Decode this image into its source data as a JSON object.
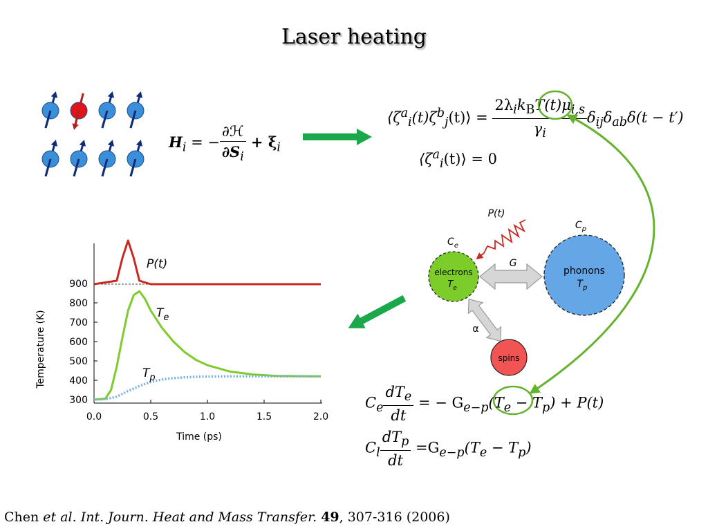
{
  "title": "Laser heating",
  "spin_lattice": {
    "rows": [
      [
        "up",
        "flipped",
        "up",
        "up"
      ],
      [
        "up",
        "up",
        "up",
        "up"
      ]
    ],
    "colors": {
      "normal": "#3b8fd9",
      "flipped": "#e0151b",
      "arrow": "#0d2c7a",
      "flipped_arrow": "#b02020"
    }
  },
  "llg_equation": {
    "lhs": "H",
    "subscript": "i",
    "equals": " = −",
    "numerator": "∂ℋ",
    "denominator_var": "∂S",
    "denominator_sub": "i",
    "plus": " + ξ",
    "xi_sub": "i"
  },
  "correlation": {
    "lhs": "⟨ζ",
    "lhs_sup_a": "a",
    "lhs_sub_i": "i",
    "lhs_mid": "(t)ζ",
    "lhs_sup_b": "b",
    "lhs_sub_j": "j",
    "lhs_end": "(t)⟩ =",
    "numerator": "2λ",
    "numerator_sub_i": "i",
    "numerator_k": "k",
    "numerator_kb_sub": "B",
    "numerator_T": "T(t)",
    "numerator_mu": "μ",
    "numerator_mu_sub": "i,s",
    "denominator": "γ",
    "denominator_sub": "i",
    "tail": "δ",
    "tail_sub_ij": "ij",
    "tail_delta2": "δ",
    "tail_sub_ab": "ab",
    "tail_end": "δ(t − t′)"
  },
  "mean_zero": {
    "lhs": "⟨ζ",
    "sup": "a",
    "sub": "i",
    "rhs": "(t)⟩ = 0"
  },
  "two_temp": {
    "eq1": {
      "lhs_C": "C",
      "lhs_C_sub": "e",
      "num": "dT",
      "num_sub": "e",
      "den": "dt",
      "mid": "= − G",
      "G_sub": "e−p",
      "paren": "(T",
      "Te_sub": "e",
      "minus": " − T",
      "Tp_sub": "p",
      "end": ") + P(t)"
    },
    "eq2": {
      "lhs_C": "C",
      "lhs_C_sub": "l",
      "num": "dT",
      "num_sub": "p",
      "den": "dt",
      "mid": "=G",
      "G_sub": "e−p",
      "paren": "(T",
      "Te_sub": "e",
      "minus": " − T",
      "Tp_sub": "p",
      "end": ")"
    }
  },
  "reservoirs": {
    "electrons": {
      "label": "electrons",
      "temp_T": "T",
      "temp_sub": "e",
      "capacity": "C",
      "capacity_sub": "e",
      "color": "#7ccc2a"
    },
    "phonons": {
      "label": "phonons",
      "temp_T": "T",
      "temp_sub": "p",
      "capacity": "C",
      "capacity_sub": "p",
      "color": "#64a6e6"
    },
    "spins": {
      "label": "spins",
      "color": "#f25454"
    },
    "coupling_ep": "G",
    "coupling_es": "α",
    "laser_label": "P(t)"
  },
  "citation": {
    "author": "Chen ",
    "etal": "et al. Int. Journ. Heat and Mass Transfer. ",
    "volume": "49",
    "pages": ", 307-316 (2006)"
  },
  "chart_data": {
    "type": "line",
    "xlabel": "Time (ps)",
    "ylabel": "Temperature (K)",
    "xlim": [
      0,
      2.0
    ],
    "ylim": [
      300,
      900
    ],
    "xticks": [
      "0.0",
      "0.5",
      "1.0",
      "1.5",
      "2.0"
    ],
    "yticks": [
      "300",
      "400",
      "500",
      "600",
      "700",
      "800",
      "900"
    ],
    "grid": false,
    "series": [
      {
        "name": "P(t)",
        "label": "P",
        "label_suffix": "(t)",
        "color": "#c8281e",
        "style": "solid",
        "x": [
          0.0,
          0.2,
          0.25,
          0.3,
          0.35,
          0.4,
          0.5,
          2.0
        ],
        "y": [
          0,
          0.08,
          0.6,
          1.0,
          0.6,
          0.08,
          0,
          0
        ]
      },
      {
        "name": "T_e",
        "label": "T",
        "label_sub": "e",
        "color": "#7dcc2b",
        "style": "solid",
        "x": [
          0.0,
          0.1,
          0.15,
          0.2,
          0.25,
          0.3,
          0.35,
          0.4,
          0.45,
          0.5,
          0.6,
          0.7,
          0.8,
          0.9,
          1.0,
          1.2,
          1.4,
          1.6,
          2.0
        ],
        "y": [
          300,
          305,
          350,
          470,
          620,
          760,
          840,
          860,
          820,
          760,
          670,
          600,
          545,
          505,
          478,
          445,
          430,
          423,
          420
        ]
      },
      {
        "name": "T_p",
        "label": "T",
        "label_sub": "p",
        "color": "#74aee4",
        "style": "dotted",
        "x": [
          0.0,
          0.1,
          0.2,
          0.3,
          0.4,
          0.5,
          0.6,
          0.7,
          0.8,
          0.9,
          1.0,
          1.2,
          1.4,
          1.6,
          2.0
        ],
        "y": [
          300,
          302,
          315,
          345,
          370,
          392,
          404,
          411,
          415,
          418,
          419,
          420,
          420,
          420,
          420
        ]
      }
    ]
  }
}
